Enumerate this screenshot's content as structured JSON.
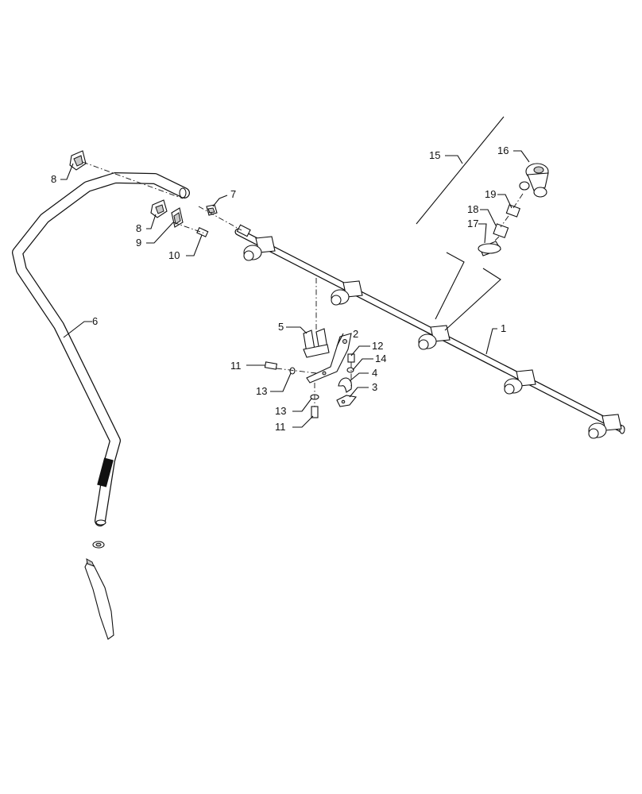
{
  "diagram": {
    "callouts": {
      "c1": "1",
      "c2": "2",
      "c3": "3",
      "c4": "4",
      "c5": "5",
      "c6": "6",
      "c7": "7",
      "c8a": "8",
      "c8b": "8",
      "c9": "9",
      "c10": "10",
      "c11a": "11",
      "c11b": "11",
      "c12": "12",
      "c13a": "13",
      "c13b": "13",
      "c14": "14",
      "c15": "15",
      "c16": "16",
      "c17": "17",
      "c18": "18",
      "c19": "19"
    }
  }
}
